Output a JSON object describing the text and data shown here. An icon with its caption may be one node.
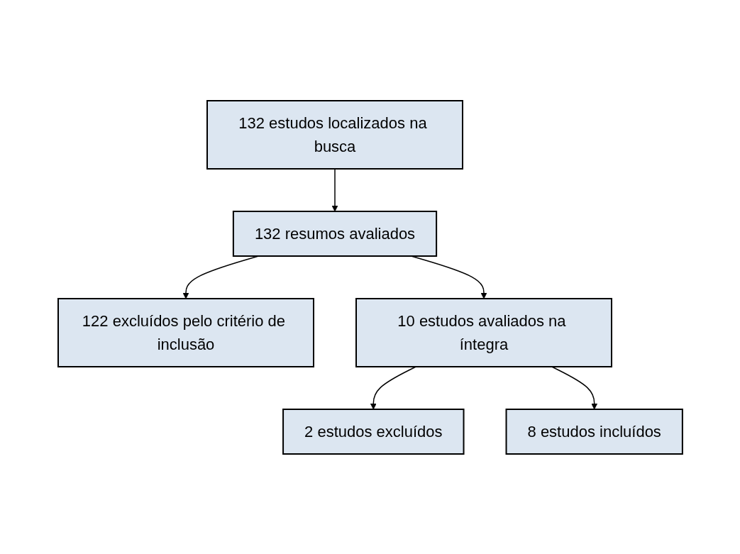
{
  "diagram": {
    "nodes": [
      {
        "text": [
          "132 estudos localizados na busca"
        ]
      },
      {
        "text": [
          "132 resumos avaliados"
        ]
      },
      {
        "text": [
          "122 excluídos pelo critério de inclusão"
        ]
      },
      {
        "text": [
          "10 estudos avaliados na íntegra"
        ]
      },
      {
        "text": [
          "2 estudos excluídos"
        ]
      },
      {
        "text": [
          "8 estudos incluídos"
        ]
      }
    ],
    "edges": [
      {
        "from": 0,
        "to": 1,
        "arrow": "to"
      },
      {
        "from": 1,
        "to": 2,
        "arrow": "to"
      },
      {
        "from": 1,
        "to": 3,
        "arrow": "to"
      },
      {
        "from": 3,
        "to": 4,
        "arrow": "to"
      },
      {
        "from": 3,
        "to": 5,
        "arrow": "to"
      }
    ]
  }
}
